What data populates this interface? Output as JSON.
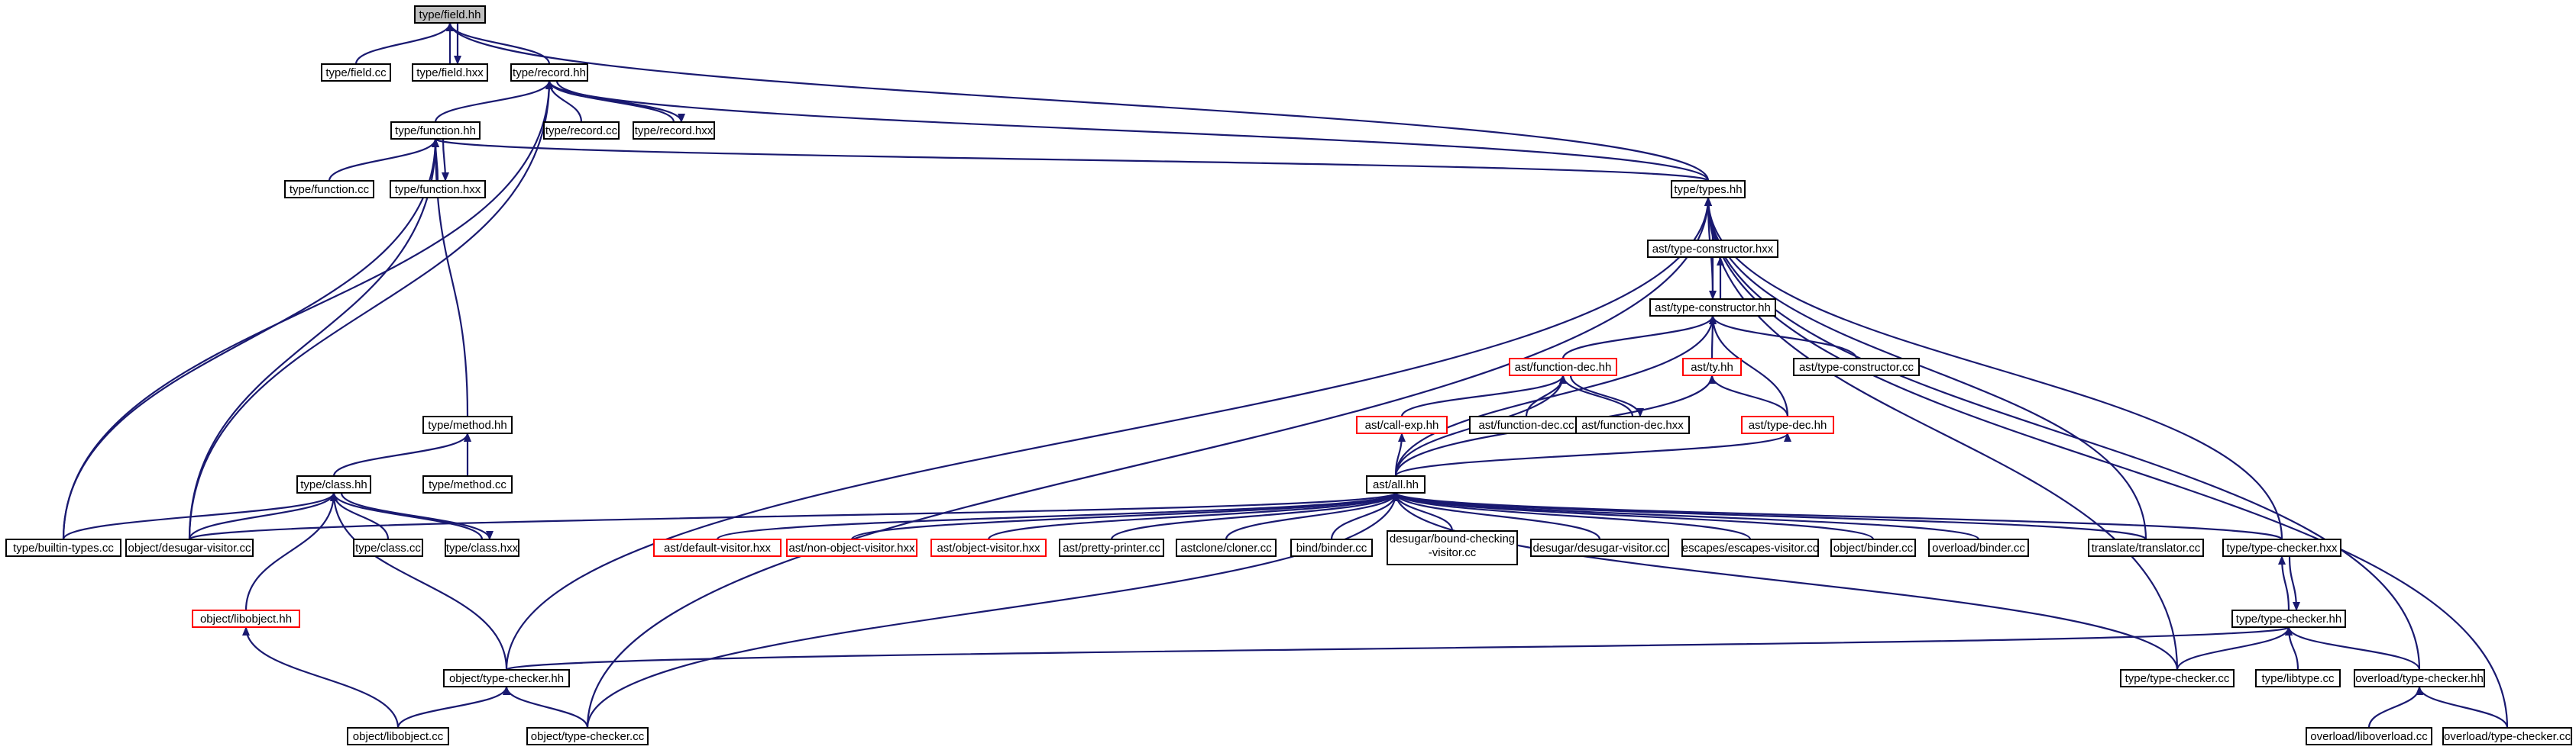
{
  "colors": {
    "edge": "#191970",
    "node_border": "#000000",
    "highlight_border": "#ff0000",
    "root_fill": "#bfbfbf",
    "background": "#ffffff"
  },
  "nodes": {
    "type_field_hh": {
      "label": "type/field.hh",
      "root": true
    },
    "type_field_cc": {
      "label": "type/field.cc"
    },
    "type_field_hxx": {
      "label": "type/field.hxx"
    },
    "type_record_hh": {
      "label": "type/record.hh"
    },
    "type_record_cc": {
      "label": "type/record.cc"
    },
    "type_record_hxx": {
      "label": "type/record.hxx"
    },
    "type_function_hh": {
      "label": "type/function.hh"
    },
    "type_function_cc": {
      "label": "type/function.cc"
    },
    "type_function_hxx": {
      "label": "type/function.hxx"
    },
    "type_types_hh": {
      "label": "type/types.hh"
    },
    "ast_type_constructor_hxx": {
      "label": "ast/type-constructor.hxx"
    },
    "ast_type_constructor_hh": {
      "label": "ast/type-constructor.hh"
    },
    "ast_function_dec_hh": {
      "label": "ast/function-dec.hh",
      "red": true
    },
    "ast_ty_hh": {
      "label": "ast/ty.hh",
      "red": true
    },
    "ast_type_constructor_cc": {
      "label": "ast/type-constructor.cc"
    },
    "ast_call_exp_hh": {
      "label": "ast/call-exp.hh",
      "red": true
    },
    "ast_function_dec_cc": {
      "label": "ast/function-dec.cc"
    },
    "ast_function_dec_hxx": {
      "label": "ast/function-dec.hxx"
    },
    "ast_type_dec_hh": {
      "label": "ast/type-dec.hh",
      "red": true
    },
    "type_method_hh": {
      "label": "type/method.hh"
    },
    "type_method_cc": {
      "label": "type/method.cc"
    },
    "type_class_hh": {
      "label": "type/class.hh"
    },
    "ast_all_hh": {
      "label": "ast/all.hh"
    },
    "type_builtin_types_cc": {
      "label": "type/builtin-types.cc"
    },
    "object_desugar_visitor_cc": {
      "label": "object/desugar-visitor.cc"
    },
    "type_class_cc": {
      "label": "type/class.cc"
    },
    "type_class_hxx": {
      "label": "type/class.hxx"
    },
    "ast_default_visitor_hxx": {
      "label": "ast/default-visitor.hxx",
      "red": true
    },
    "ast_non_object_visitor_hxx": {
      "label": "ast/non-object-visitor.hxx",
      "red": true
    },
    "ast_object_visitor_hxx": {
      "label": "ast/object-visitor.hxx",
      "red": true
    },
    "ast_pretty_printer_cc": {
      "label": "ast/pretty-printer.cc"
    },
    "astclone_cloner_cc": {
      "label": "astclone/cloner.cc"
    },
    "bind_binder_cc": {
      "label": "bind/binder.cc"
    },
    "desugar_bound_checking_visitor_cc": {
      "label": "desugar/bound-checking",
      "label2": "-visitor.cc"
    },
    "desugar_desugar_visitor_cc": {
      "label": "desugar/desugar-visitor.cc"
    },
    "escapes_escapes_visitor_cc": {
      "label": "escapes/escapes-visitor.cc"
    },
    "object_binder_cc": {
      "label": "object/binder.cc"
    },
    "overload_binder_cc": {
      "label": "overload/binder.cc"
    },
    "translate_translator_cc": {
      "label": "translate/translator.cc"
    },
    "type_type_checker_hxx": {
      "label": "type/type-checker.hxx"
    },
    "object_libobject_hh": {
      "label": "object/libobject.hh",
      "red": true
    },
    "type_type_checker_hh": {
      "label": "type/type-checker.hh"
    },
    "object_type_checker_hh": {
      "label": "object/type-checker.hh"
    },
    "type_type_checker_cc": {
      "label": "type/type-checker.cc"
    },
    "type_libtype_cc": {
      "label": "type/libtype.cc"
    },
    "overload_type_checker_hh": {
      "label": "overload/type-checker.hh"
    },
    "object_libobject_cc": {
      "label": "object/libobject.cc"
    },
    "object_type_checker_cc": {
      "label": "object/type-checker.cc"
    },
    "overload_liboverload_cc": {
      "label": "overload/liboverload.cc"
    },
    "overload_type_checker_cc": {
      "label": "overload/type-checker.cc"
    }
  },
  "edges": [
    [
      "type_field_cc",
      "type_field_hh"
    ],
    [
      "type_field_hxx",
      "type_field_hh"
    ],
    [
      "type_field_hh",
      "type_field_hxx"
    ],
    [
      "type_record_hh",
      "type_field_hh"
    ],
    [
      "type_types_hh",
      "type_field_hh"
    ],
    [
      "type_record_cc",
      "type_record_hh"
    ],
    [
      "type_record_hxx",
      "type_record_hh"
    ],
    [
      "type_record_hh",
      "type_record_hxx"
    ],
    [
      "type_function_hh",
      "type_record_hh"
    ],
    [
      "type_types_hh",
      "type_record_hh"
    ],
    [
      "type_builtin_types_cc",
      "type_record_hh"
    ],
    [
      "object_desugar_visitor_cc",
      "type_record_hh"
    ],
    [
      "type_function_cc",
      "type_function_hh"
    ],
    [
      "type_function_hxx",
      "type_function_hh"
    ],
    [
      "type_function_hh",
      "type_function_hxx"
    ],
    [
      "type_method_hh",
      "type_function_hh"
    ],
    [
      "type_types_hh",
      "type_function_hh"
    ],
    [
      "type_builtin_types_cc",
      "type_function_hh"
    ],
    [
      "object_desugar_visitor_cc",
      "type_function_hh"
    ],
    [
      "ast_type_constructor_hxx",
      "type_types_hh"
    ],
    [
      "ast_type_constructor_hh",
      "type_types_hh"
    ],
    [
      "translate_translator_cc",
      "type_types_hh"
    ],
    [
      "type_type_checker_hxx",
      "type_types_hh"
    ],
    [
      "type_type_checker_cc",
      "type_types_hh"
    ],
    [
      "overload_type_checker_hh",
      "type_types_hh"
    ],
    [
      "overload_type_checker_cc",
      "type_types_hh"
    ],
    [
      "object_type_checker_hh",
      "type_types_hh"
    ],
    [
      "object_type_checker_cc",
      "type_types_hh"
    ],
    [
      "ast_type_constructor_hxx",
      "ast_type_constructor_hh"
    ],
    [
      "ast_type_constructor_hh",
      "ast_type_constructor_hxx"
    ],
    [
      "ast_function_dec_hh",
      "ast_type_constructor_hh"
    ],
    [
      "ast_ty_hh",
      "ast_type_constructor_hh"
    ],
    [
      "ast_type_dec_hh",
      "ast_type_constructor_hh"
    ],
    [
      "ast_type_constructor_cc",
      "ast_type_constructor_hh"
    ],
    [
      "ast_all_hh",
      "ast_type_constructor_hh"
    ],
    [
      "ast_call_exp_hh",
      "ast_function_dec_hh"
    ],
    [
      "ast_function_dec_cc",
      "ast_function_dec_hh"
    ],
    [
      "ast_function_dec_hxx",
      "ast_function_dec_hh"
    ],
    [
      "ast_function_dec_hh",
      "ast_function_dec_hxx"
    ],
    [
      "ast_all_hh",
      "ast_function_dec_hh"
    ],
    [
      "ast_type_dec_hh",
      "ast_ty_hh"
    ],
    [
      "ast_all_hh",
      "ast_ty_hh"
    ],
    [
      "ast_all_hh",
      "ast_call_exp_hh"
    ],
    [
      "ast_all_hh",
      "ast_type_dec_hh"
    ],
    [
      "type_method_cc",
      "type_method_hh"
    ],
    [
      "type_class_hh",
      "type_method_hh"
    ],
    [
      "type_builtin_types_cc",
      "type_class_hh"
    ],
    [
      "object_desugar_visitor_cc",
      "type_class_hh"
    ],
    [
      "type_class_cc",
      "type_class_hh"
    ],
    [
      "type_class_hxx",
      "type_class_hh"
    ],
    [
      "type_class_hh",
      "type_class_hxx"
    ],
    [
      "object_libobject_hh",
      "type_class_hh"
    ],
    [
      "object_type_checker_hh",
      "type_class_hh"
    ],
    [
      "object_desugar_visitor_cc",
      "ast_all_hh"
    ],
    [
      "ast_default_visitor_hxx",
      "ast_all_hh"
    ],
    [
      "ast_non_object_visitor_hxx",
      "ast_all_hh"
    ],
    [
      "ast_object_visitor_hxx",
      "ast_all_hh"
    ],
    [
      "ast_pretty_printer_cc",
      "ast_all_hh"
    ],
    [
      "astclone_cloner_cc",
      "ast_all_hh"
    ],
    [
      "bind_binder_cc",
      "ast_all_hh"
    ],
    [
      "desugar_bound_checking_visitor_cc",
      "ast_all_hh"
    ],
    [
      "desugar_desugar_visitor_cc",
      "ast_all_hh"
    ],
    [
      "escapes_escapes_visitor_cc",
      "ast_all_hh"
    ],
    [
      "object_binder_cc",
      "ast_all_hh"
    ],
    [
      "overload_binder_cc",
      "ast_all_hh"
    ],
    [
      "translate_translator_cc",
      "ast_all_hh"
    ],
    [
      "type_type_checker_hxx",
      "ast_all_hh"
    ],
    [
      "type_type_checker_cc",
      "ast_all_hh"
    ],
    [
      "object_type_checker_cc",
      "ast_all_hh"
    ],
    [
      "type_type_checker_hh",
      "type_type_checker_hxx"
    ],
    [
      "type_type_checker_hxx",
      "type_type_checker_hh"
    ],
    [
      "type_type_checker_cc",
      "type_type_checker_hh"
    ],
    [
      "type_libtype_cc",
      "type_type_checker_hh"
    ],
    [
      "overload_type_checker_hh",
      "type_type_checker_hh"
    ],
    [
      "object_type_checker_hh",
      "type_type_checker_hh"
    ],
    [
      "object_libobject_cc",
      "object_libobject_hh"
    ],
    [
      "object_libobject_cc",
      "object_type_checker_hh"
    ],
    [
      "object_type_checker_cc",
      "object_type_checker_hh"
    ],
    [
      "overload_liboverload_cc",
      "overload_type_checker_hh"
    ],
    [
      "overload_type_checker_cc",
      "overload_type_checker_hh"
    ]
  ]
}
